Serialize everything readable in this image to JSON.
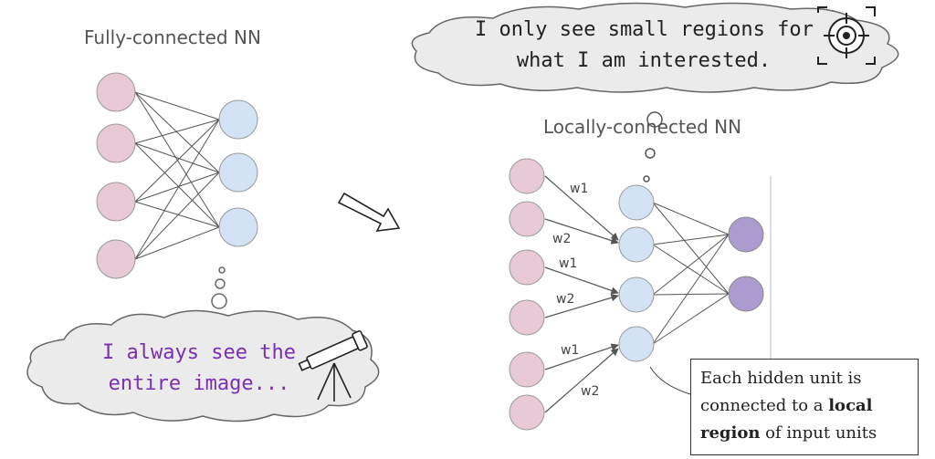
{
  "fully_connected": {
    "title": "Fully-connected NN",
    "thought": {
      "line1": "I always see the",
      "line2": "entire image..."
    }
  },
  "locally_connected": {
    "title": "Locally-connected NN",
    "thought": {
      "line1": "I only see small regions for",
      "line2": "what I am interested."
    },
    "weights": [
      "w1",
      "w2",
      "w1",
      "w2",
      "w1",
      "w2"
    ]
  },
  "note": {
    "part1": "Each hidden unit is connected to a ",
    "bold1": "local",
    "bold2": "region",
    "part2": " of input units"
  },
  "colors": {
    "input_node": "#e8c9d6",
    "hidden_node": "#d3e3f5",
    "output_node": "#ab9bcf",
    "edge": "#555555",
    "fc_text": "#7a2fb0"
  },
  "icons": [
    "telescope-icon",
    "target-crosshair-icon",
    "arrow-icon"
  ]
}
